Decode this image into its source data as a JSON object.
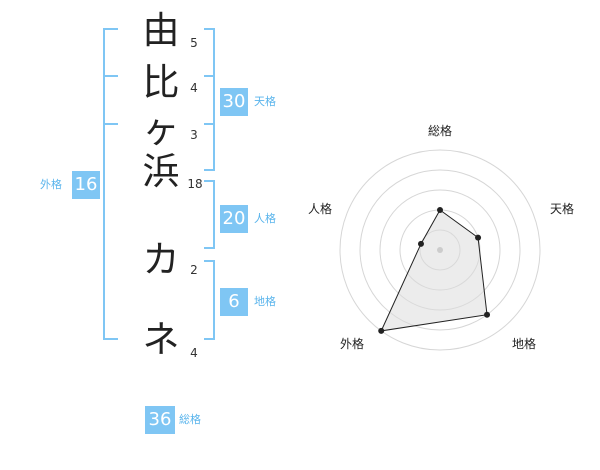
{
  "name": {
    "characters": [
      {
        "char": "由",
        "strokes": "5"
      },
      {
        "char": "比",
        "strokes": "4"
      },
      {
        "char": "ヶ",
        "strokes": "3"
      },
      {
        "char": "浜",
        "strokes": "18"
      },
      {
        "char": "カ",
        "strokes": "2"
      },
      {
        "char": "ネ",
        "strokes": "4"
      }
    ]
  },
  "fortune": {
    "tenkaku": {
      "value": "30",
      "label": "天格"
    },
    "jinkaku": {
      "value": "20",
      "label": "人格"
    },
    "chikaku": {
      "value": "6",
      "label": "地格"
    },
    "gaikaku": {
      "value": "16",
      "label": "外格"
    },
    "soukaku": {
      "value": "36",
      "label": "総格"
    }
  },
  "colors": {
    "accent": "#7fc6f4",
    "accent_text": "#59b4ec",
    "bracket": "#7fc6f4"
  },
  "chart_data": {
    "type": "radar",
    "axes": [
      "総格",
      "天格",
      "地格",
      "外格",
      "人格"
    ],
    "values": [
      2,
      2,
      4,
      5,
      1
    ],
    "max": 5,
    "rings": 5
  }
}
